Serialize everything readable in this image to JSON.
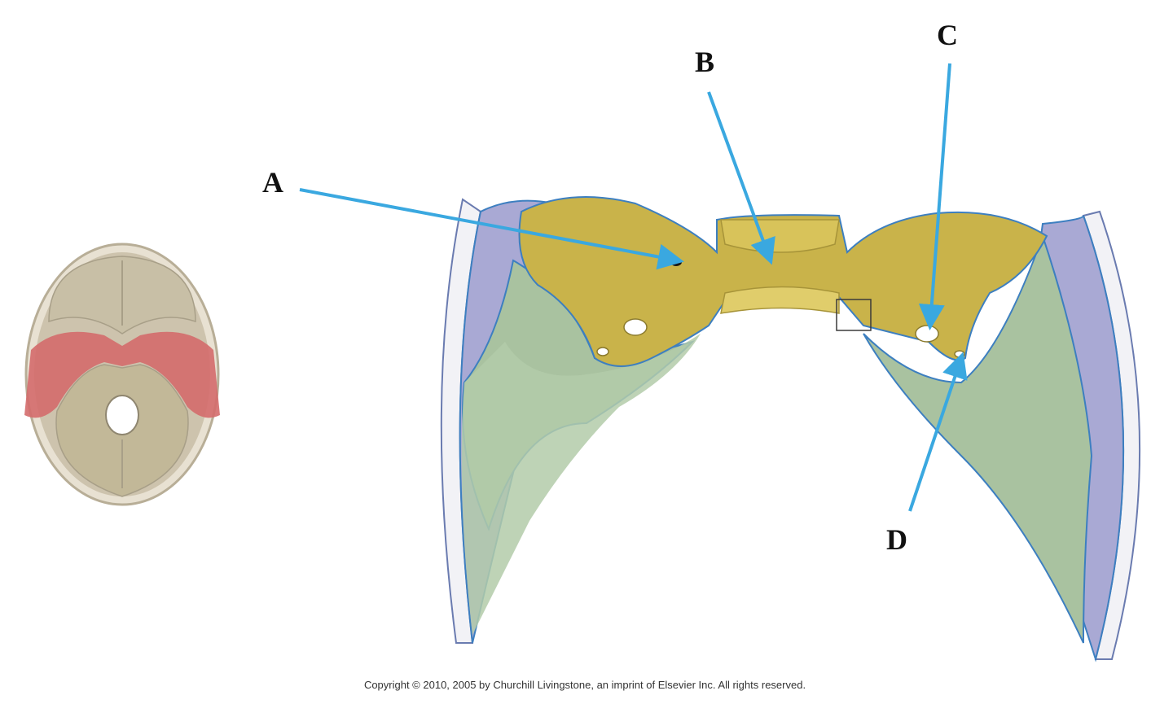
{
  "labels": {
    "a": "A",
    "b": "B",
    "c": "C",
    "d": "D"
  },
  "copyright": "Copyright © 2010, 2005 by Churchill Livingstone, an imprint of Elsevier Inc. All rights reserved.",
  "colors": {
    "arrow": "#3aa8e0",
    "sphenoid": "#c9b34a",
    "temporal": "#a9c2a0",
    "parietal": "#a9a9d4",
    "outline": "#3d7fc0",
    "skull_base": "#cfc6b3",
    "middle_fossa_highlight": "#d46c6c"
  }
}
